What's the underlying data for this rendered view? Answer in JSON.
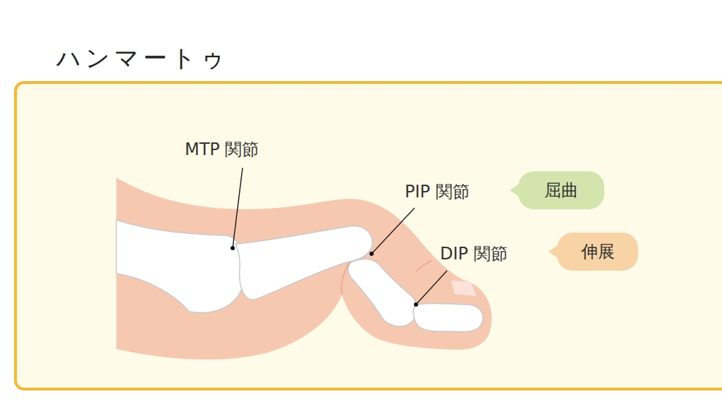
{
  "diagram": {
    "title": "ハンマートゥ",
    "nodes": [
      {
        "text": [
          "屈曲"
        ]
      },
      {
        "text": [
          "伸展"
        ]
      }
    ],
    "labels": [
      "MTP 関節",
      "PIP 関節",
      "DIP 関節"
    ]
  }
}
